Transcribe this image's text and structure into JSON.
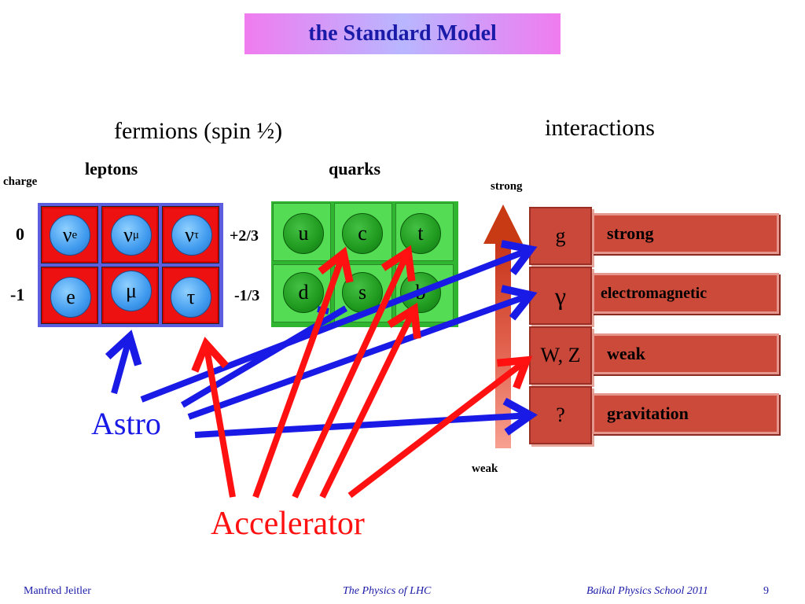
{
  "title": "the Standard Model",
  "fermions_heading": "fermions (spin ½)",
  "interactions_heading": "interactions",
  "leptons_label": "leptons",
  "quarks_label": "quarks",
  "charge_label": "charge",
  "lepton_charges": [
    "0",
    "-1"
  ],
  "quark_charges": [
    "+2/3",
    "-1/3"
  ],
  "leptons": {
    "row1": [
      {
        "base": "ν",
        "sub": "e"
      },
      {
        "base": "ν",
        "sub": "μ"
      },
      {
        "base": "ν",
        "sub": "τ"
      }
    ],
    "row2": [
      "e",
      "μ",
      "τ"
    ]
  },
  "quarks": {
    "row1": [
      "u",
      "c",
      "t"
    ],
    "row2": [
      "d",
      "s",
      "b"
    ]
  },
  "scale": {
    "top": "strong",
    "bottom": "weak"
  },
  "bosons": [
    "g",
    "γ",
    "W, Z",
    "?"
  ],
  "forces": [
    "strong",
    "electromagnetic",
    "weak",
    "gravitation"
  ],
  "astro_label": "Astro",
  "accelerator_label": "Accelerator",
  "colors": {
    "astro": "#1a1ae6",
    "accelerator": "#ff1111",
    "title_text": "#1a1aa8"
  },
  "footer": {
    "author": "Manfred Jeitler",
    "course": "The Physics of LHC",
    "event": "Baikal Physics School 2011",
    "page": "9"
  }
}
